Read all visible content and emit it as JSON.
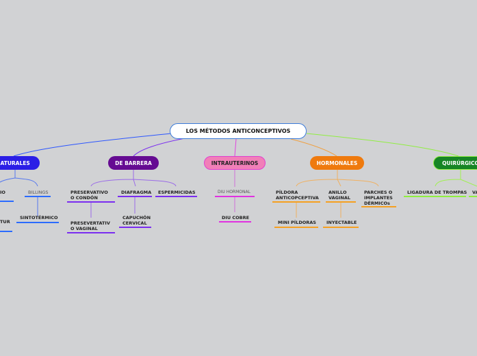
{
  "root": {
    "label": "LOS MÉTODOS ANTICONCEPTIVOS"
  },
  "colors": {
    "naturales": "#2b1ee6",
    "barrera": "#650b92",
    "intra": "#f17fb8",
    "horm": "#ef7a0e",
    "quir": "#168525"
  },
  "branches": {
    "naturales": {
      "label": "NATURALES",
      "items": [
        "IO",
        "BILLINGS",
        "TUR",
        "SINTOTÉRMICO"
      ]
    },
    "barrera": {
      "label": "DE BARRERA",
      "items": [
        "PRESERVATIVO O CONDÓN",
        "DIAFRAGMA",
        "ESPERMICIDAS",
        "PRESEVERTATIVO VAGINAL",
        "CAPUCHÓN CERVICAL"
      ]
    },
    "intra": {
      "label": "INTRAUTERINOS",
      "items": [
        "DIU HORMONAL",
        "DIU COBRE"
      ]
    },
    "horm": {
      "label": "HORMONALES",
      "items": [
        "PÍLDORA ANTICOPCEPTIVA",
        "ANILLO VAGINAL",
        "PARCHES O IMPLANTES DÉRMICOs",
        "MINI PÍLDORAS",
        "INYECTABLE"
      ]
    },
    "quir": {
      "label": "QUIRÚRGICO",
      "items": [
        "LIGADURA DE TROMPAS",
        "VA"
      ]
    }
  }
}
